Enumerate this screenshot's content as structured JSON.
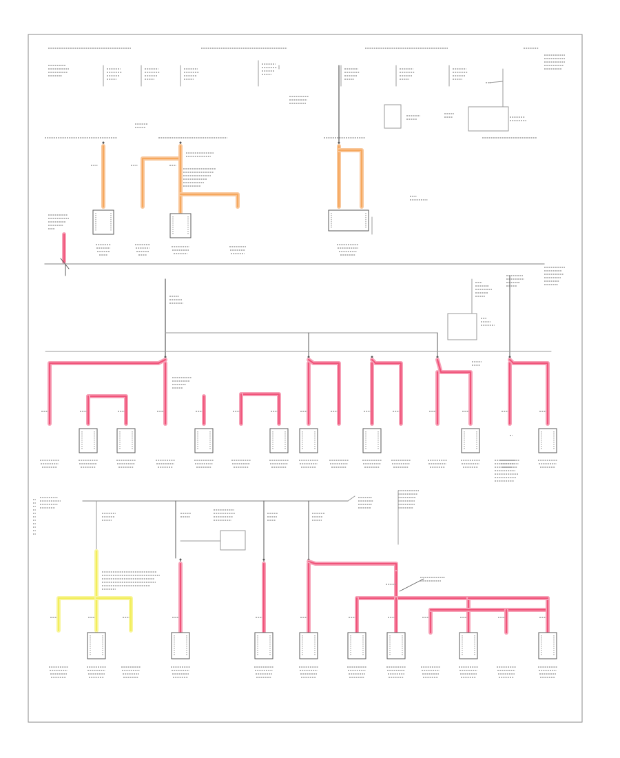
{
  "diagram": {
    "footer_code": "",
    "footer_caption": "",
    "label_style": "illegible micro-text labels rendered as faint glyph lines",
    "colors": {
      "frame": "#8a8a8a",
      "bus": "#9a9a9a",
      "wire_thin": "#b0b0b0",
      "connector": "#5a5a5a",
      "orange": "#f6a85e",
      "orange_light": "#f9c89c",
      "pink": "#f0547a",
      "pink_light": "#f7a2b8",
      "yellow": "#f2ee5a",
      "yellow_light": "#f8f59e"
    },
    "sections": [
      {
        "name": "top-fuse-section",
        "wire_color": "orange",
        "components": 6
      },
      {
        "name": "middle-fuse-section",
        "wire_color": "pink",
        "components": 14
      },
      {
        "name": "bottom-fuse-section",
        "wire_color": "pink-yellow",
        "components": 14
      }
    ]
  }
}
